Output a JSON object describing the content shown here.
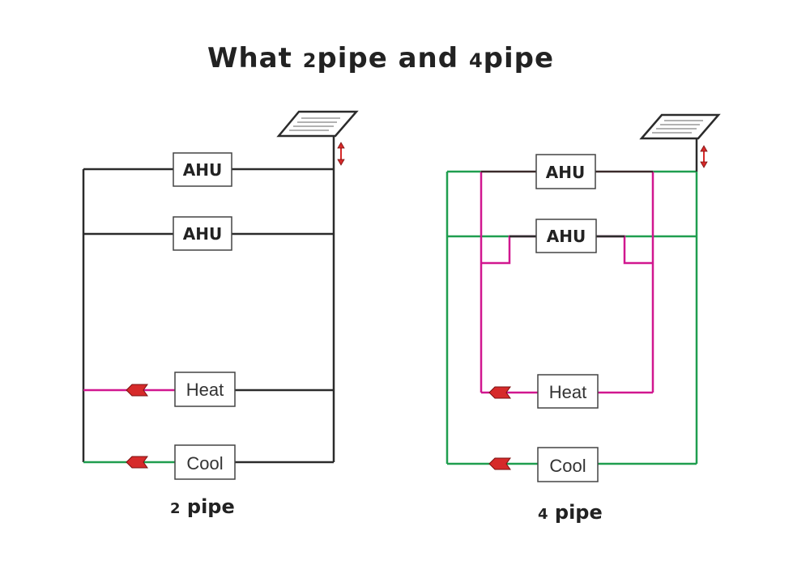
{
  "title": {
    "part1": "What ",
    "num1": "2",
    "part2": "pipe and ",
    "num2": "4",
    "part3": "pipe"
  },
  "left": {
    "ahu1": "AHU",
    "ahu2": "AHU",
    "heat": "Heat",
    "cool": "Cool",
    "caption_num": "2",
    "caption_text": " pipe"
  },
  "right": {
    "ahu1": "AHU",
    "ahu2": "AHU",
    "heat": "Heat",
    "cool": "Cool",
    "caption_num": "4",
    "caption_text": " pipe"
  },
  "colors": {
    "dark": "#2b2b2b",
    "heat": "#d1178f",
    "cool": "#1f9e4f",
    "arrow": "#d62a2a"
  },
  "icons": [
    "thermostat-icon",
    "up-down-arrow-icon",
    "flow-arrow-icon"
  ]
}
